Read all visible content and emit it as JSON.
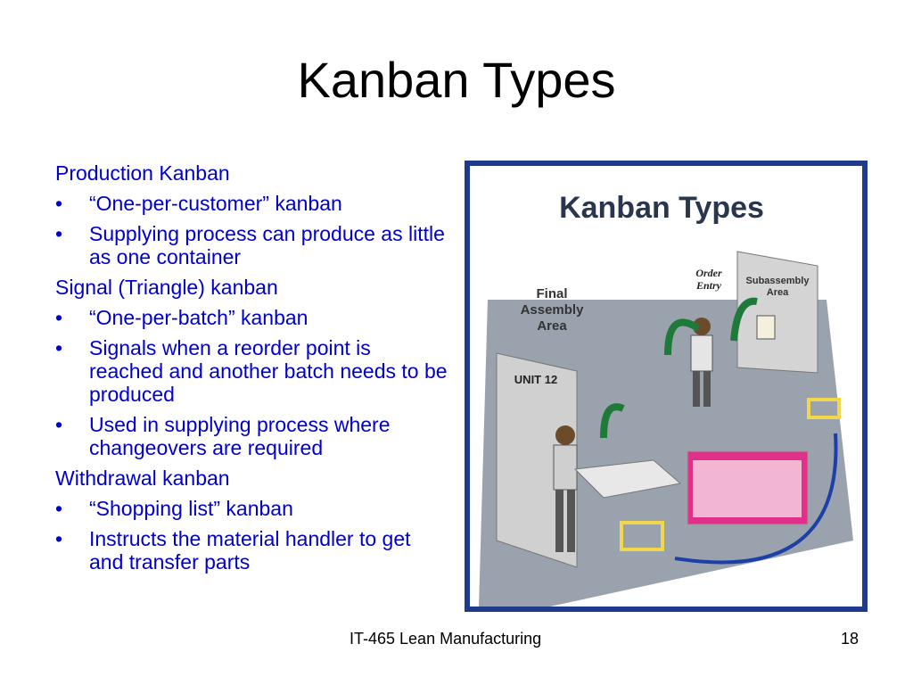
{
  "slide": {
    "title": "Kanban Types",
    "sections": [
      {
        "heading": "Production Kanban",
        "bullets": [
          "“One-per-customer” kanban",
          "Supplying process can produce as little as one container"
        ]
      },
      {
        "heading": "Signal (Triangle) kanban",
        "bullets": [
          "“One-per-batch” kanban",
          "Signals when a reorder point is reached and another batch needs to be produced",
          "Used in supplying process where changeovers are required"
        ]
      },
      {
        "heading": "Withdrawal kanban",
        "bullets": [
          "“Shopping list” kanban",
          "Instructs the material handler to get and transfer parts"
        ]
      }
    ],
    "bullet_char": "•",
    "footer": {
      "course": "IT-465 Lean Manufacturing",
      "page": "18"
    }
  },
  "figure": {
    "title": "Kanban Types",
    "labels": {
      "order_entry_line1": "Order",
      "order_entry_line2": "Entry",
      "subassembly_line1": "Subassembly",
      "subassembly_line2": "Area",
      "final_line1": "Final",
      "final_line2": "Assembly",
      "final_line3": "Area",
      "unit": "UNIT 12"
    },
    "colors": {
      "frame": "#1e3a8a",
      "floor": "#9aa3ad",
      "arrow_green": "#1f7a3a",
      "arrow_blue": "#1c3fa8",
      "board": "#e0308a",
      "floor_marking": "#f2d64b"
    }
  }
}
